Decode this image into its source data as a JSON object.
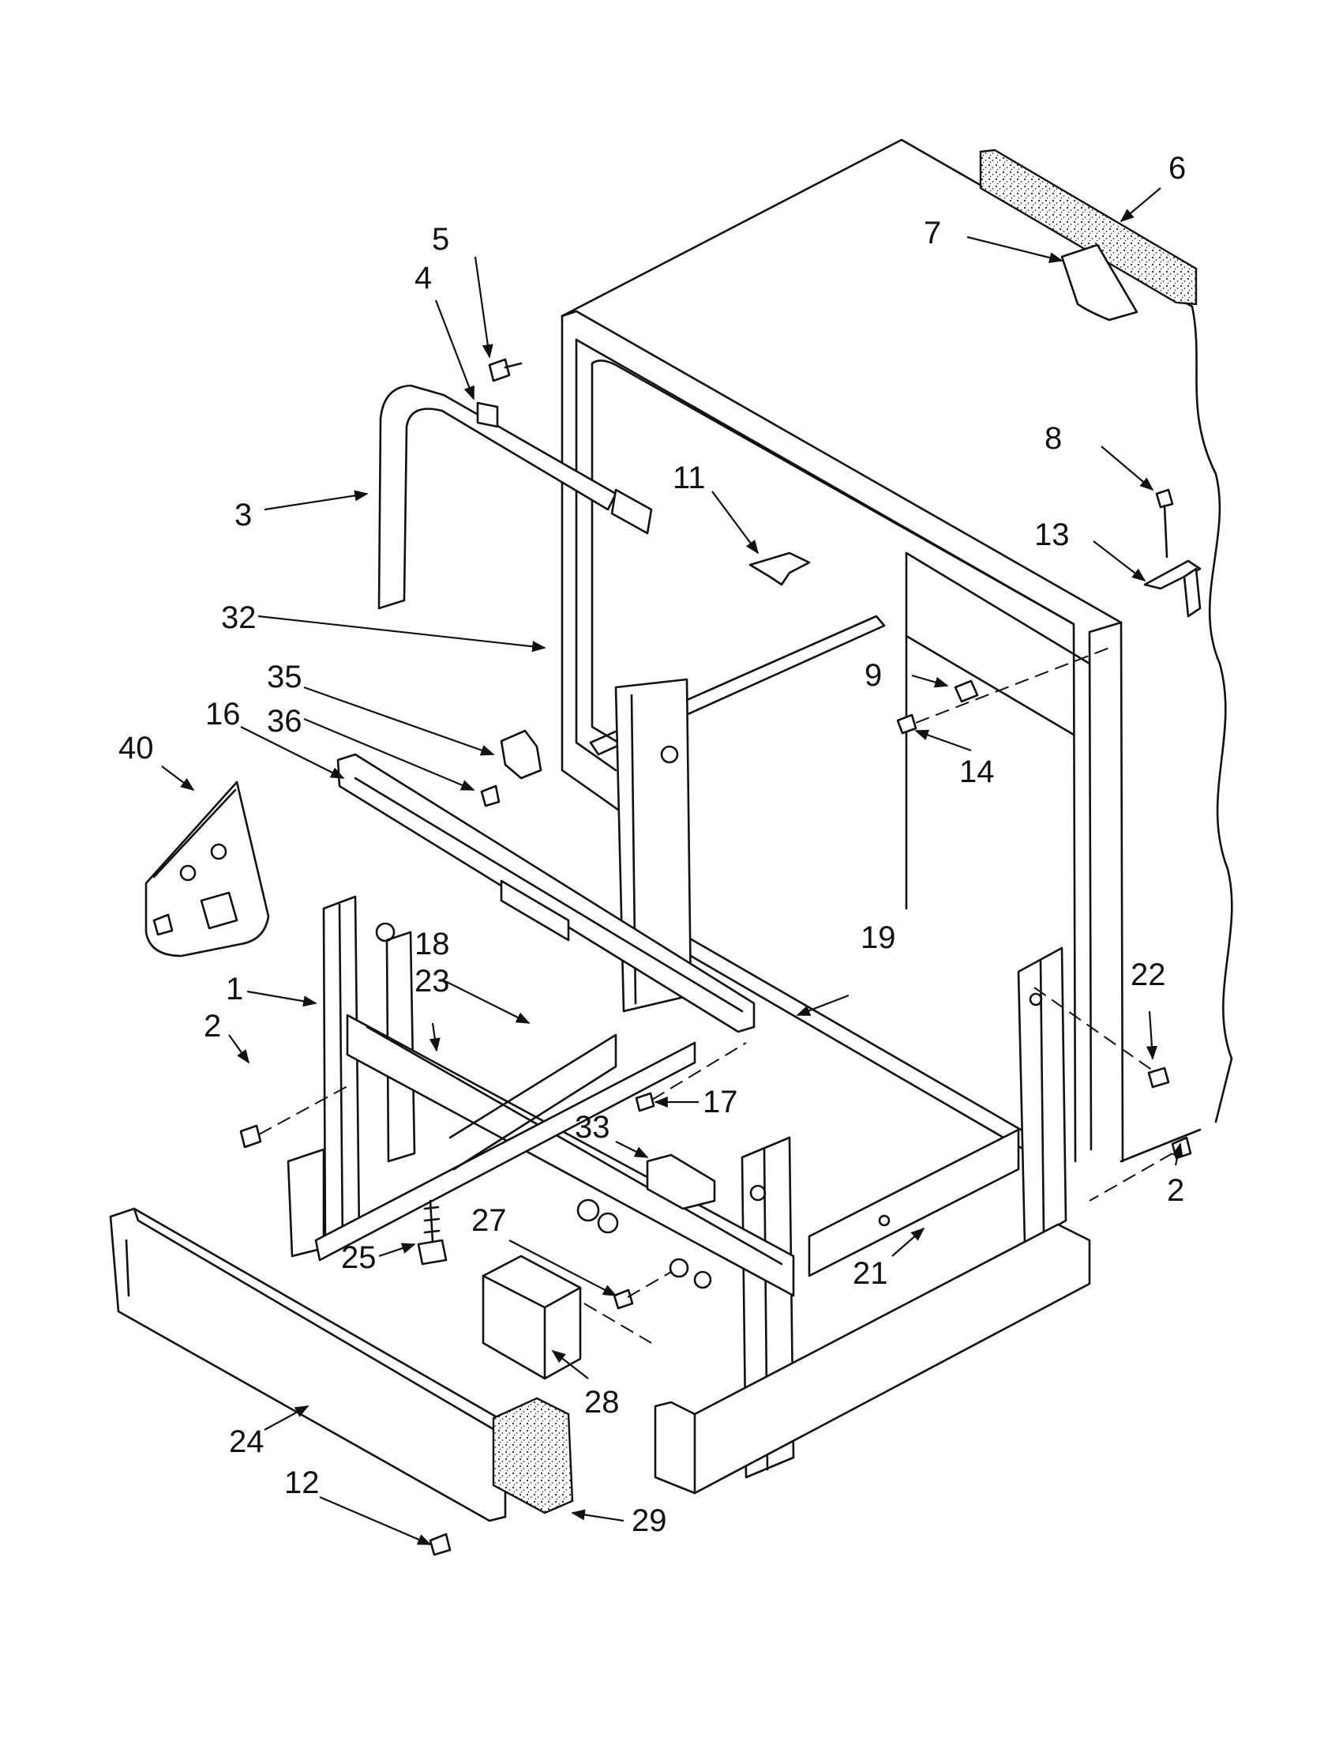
{
  "callouts": [
    {
      "id": "c1",
      "label": "1"
    },
    {
      "id": "c2a",
      "label": "2"
    },
    {
      "id": "c2b",
      "label": "2"
    },
    {
      "id": "c3",
      "label": "3"
    },
    {
      "id": "c4",
      "label": "4"
    },
    {
      "id": "c5",
      "label": "5"
    },
    {
      "id": "c6",
      "label": "6"
    },
    {
      "id": "c7",
      "label": "7"
    },
    {
      "id": "c8",
      "label": "8"
    },
    {
      "id": "c9",
      "label": "9"
    },
    {
      "id": "c11",
      "label": "11"
    },
    {
      "id": "c12",
      "label": "12"
    },
    {
      "id": "c13",
      "label": "13"
    },
    {
      "id": "c14",
      "label": "14"
    },
    {
      "id": "c16",
      "label": "16"
    },
    {
      "id": "c17",
      "label": "17"
    },
    {
      "id": "c18",
      "label": "18"
    },
    {
      "id": "c19",
      "label": "19"
    },
    {
      "id": "c21",
      "label": "21"
    },
    {
      "id": "c22",
      "label": "22"
    },
    {
      "id": "c23",
      "label": "23"
    },
    {
      "id": "c24",
      "label": "24"
    },
    {
      "id": "c25",
      "label": "25"
    },
    {
      "id": "c27",
      "label": "27"
    },
    {
      "id": "c28",
      "label": "28"
    },
    {
      "id": "c29",
      "label": "29"
    },
    {
      "id": "c32",
      "label": "32"
    },
    {
      "id": "c33",
      "label": "33"
    },
    {
      "id": "c35",
      "label": "35"
    },
    {
      "id": "c36",
      "label": "36"
    },
    {
      "id": "c40",
      "label": "40"
    }
  ]
}
